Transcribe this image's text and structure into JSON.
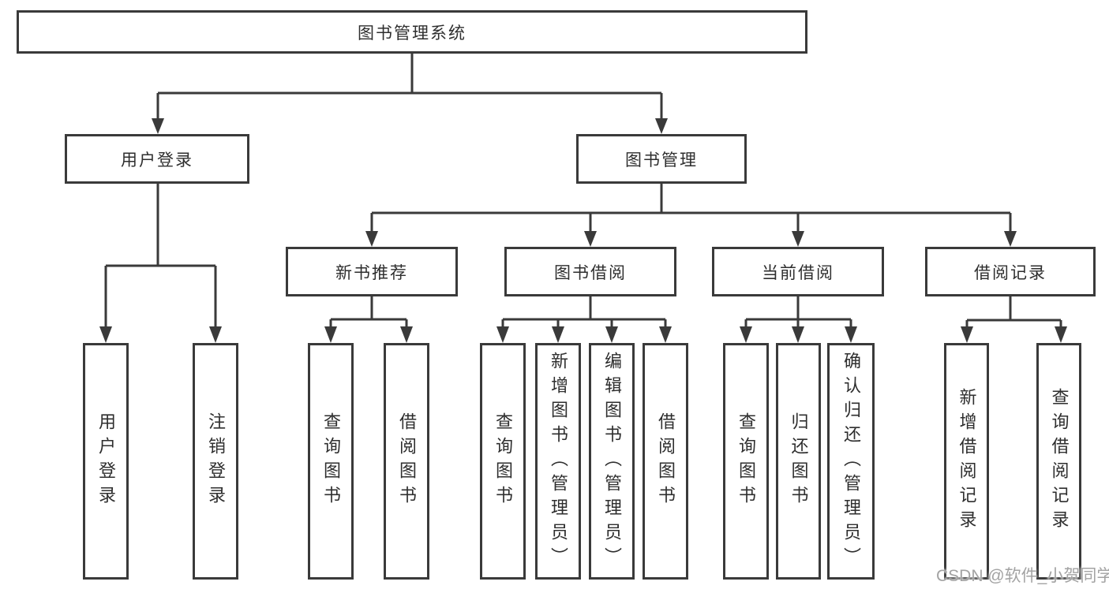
{
  "diagram": {
    "root": "图书管理系统",
    "nodes": {
      "user_login": {
        "label": "用户登录",
        "children": [
          "用户登录",
          "注销登录"
        ]
      },
      "book_mgmt": {
        "label": "图书管理",
        "children": {
          "new_book_rec": {
            "label": "新书推荐",
            "children": [
              "查询图书",
              "借阅图书"
            ]
          },
          "book_borrow": {
            "label": "图书借阅",
            "children": [
              "查询图书",
              "新增图书（管理员）",
              "编辑图书（管理员）",
              "借阅图书"
            ]
          },
          "current_borrow": {
            "label": "当前借阅",
            "children": [
              "查询图书",
              "归还图书",
              "确认归还（管理员）"
            ]
          },
          "borrow_records": {
            "label": "借阅记录",
            "children": [
              "新增借阅记录",
              "查询借阅记录"
            ]
          }
        }
      }
    }
  },
  "watermark": "CSDN @软件_小贺同学",
  "colors": {
    "line": "#3a3a3a",
    "text": "#2e2e2e",
    "background": "#ffffff",
    "watermark": "#a3a3a3"
  }
}
